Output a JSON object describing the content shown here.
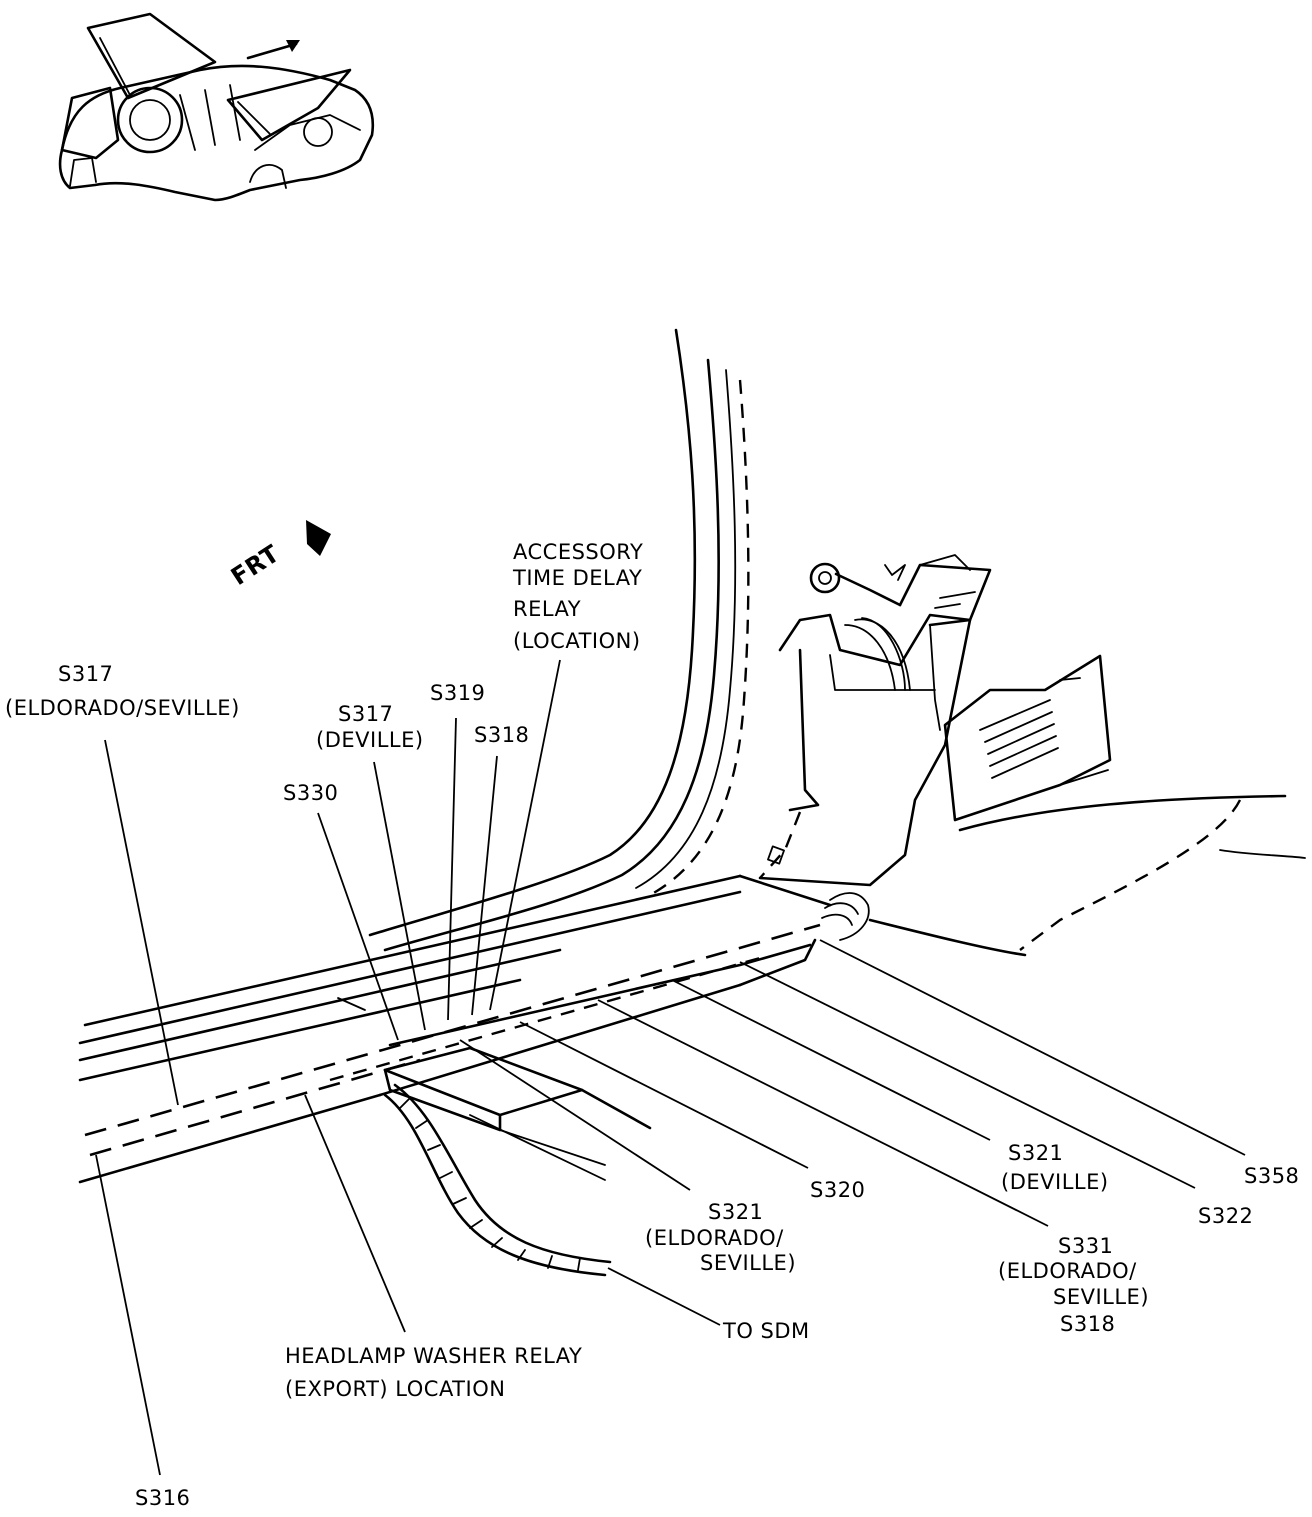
{
  "labels": {
    "frt": "FRT",
    "acc_1": "ACCESSORY",
    "acc_2": "TIME DELAY",
    "acc_3": "RELAY",
    "acc_4": "(LOCATION)",
    "s317_es": "S317",
    "s317_es_sub": "(ELDORADO/SEVILLE)",
    "s317_dv": "S317",
    "s317_dv_sub": "(DEVILLE)",
    "s319": "S319",
    "s318_top": "S318",
    "s330": "S330",
    "s321_es_1": "S321",
    "s321_es_2": "(ELDORADO/",
    "s321_es_3": "SEVILLE)",
    "s320": "S320",
    "s321_dv": "S321",
    "s321_dv_sub": "(DEVILLE)",
    "s331_1": "S331",
    "s331_2": "(ELDORADO/",
    "s331_3": "SEVILLE)",
    "s318_bottom": "S318",
    "s322": "S322",
    "s358": "S358",
    "to_sdm": "TO SDM",
    "hw_1": "HEADLAMP WASHER RELAY",
    "hw_2": "(EXPORT) LOCATION",
    "s316": "S316"
  }
}
